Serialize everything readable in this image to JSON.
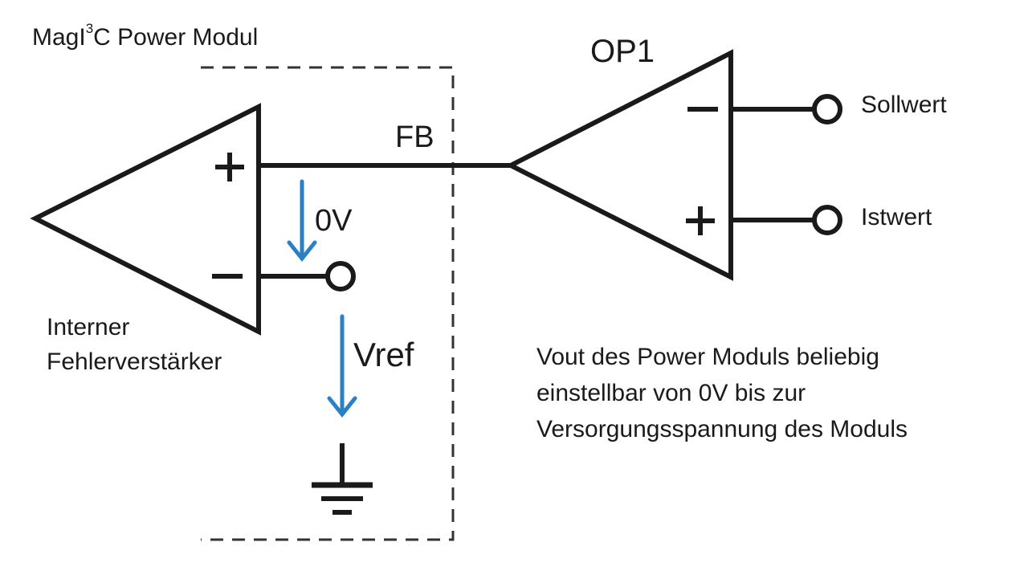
{
  "module_label": {
    "prefix": "MagI",
    "superscript": "3",
    "suffix": "C Power Modul"
  },
  "op1_label": "OP1",
  "fb_label": "FB",
  "zero_v_label": "0V",
  "vref_label": "Vref",
  "sollwert_label": "Sollwert",
  "istwert_label": "Istwert",
  "error_amp_label": [
    "Interner",
    "Fehlerverstärker"
  ],
  "note_lines": [
    "Vout des Power Moduls beliebig",
    "einstellbar von 0V bis zur",
    "Versorgungsspannung des Moduls"
  ],
  "colors": {
    "stroke": "#1a1a1a",
    "arrow": "#2b7fc4",
    "dash": "#333333"
  }
}
